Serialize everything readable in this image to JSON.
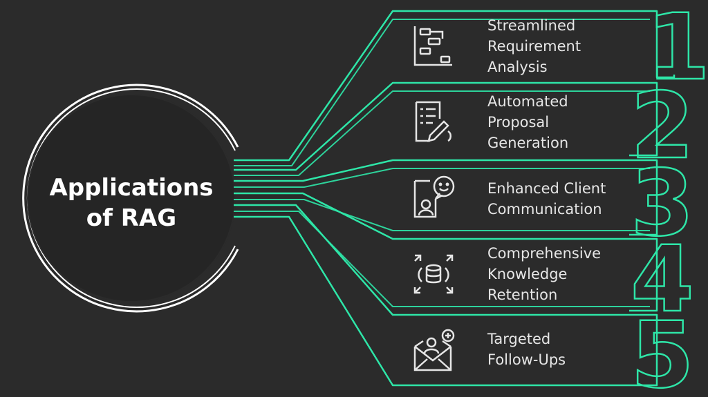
{
  "title": "Applications\nof RAG",
  "colors": {
    "accent": "#2ee6a8",
    "background": "#2b2b2b",
    "ring": "#ffffff",
    "text": "#e6e6e6"
  },
  "items": [
    {
      "number": "1",
      "label": "Streamlined\nRequirement\nAnalysis",
      "icon": "gantt-chart-icon"
    },
    {
      "number": "2",
      "label": "Automated\nProposal\nGeneration",
      "icon": "document-pen-icon"
    },
    {
      "number": "3",
      "label": "Enhanced Client\nCommunication",
      "icon": "client-chat-icon"
    },
    {
      "number": "4",
      "label": "Comprehensive\nKnowledge\nRetention",
      "icon": "database-expand-icon"
    },
    {
      "number": "5",
      "label": "Targeted\nFollow-Ups",
      "icon": "mail-user-icon"
    }
  ]
}
